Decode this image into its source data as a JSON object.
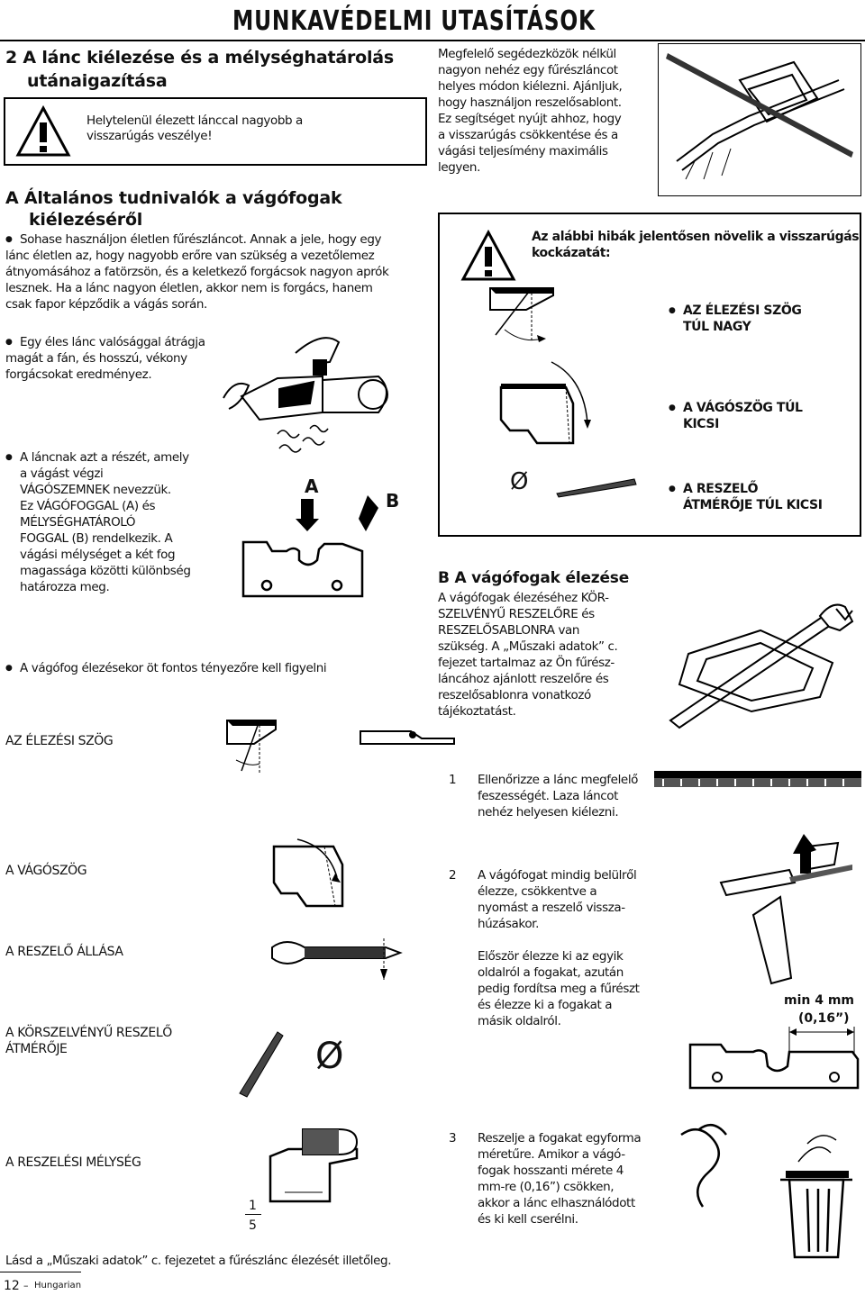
{
  "header": {
    "title": "MUNKAVÉDELMI UTASÍTÁSOK"
  },
  "left": {
    "section2_title_1": "2  A lánc kiélezése és a mélységhatárolás",
    "section2_title_2": "utánaigazítása",
    "warning_1": "Helytelenül élezett lánccal nagyobb a",
    "warning_2": "visszarúgás veszélye!",
    "sectionA_1": "A  Általános tudnivalók a vágófogak",
    "sectionA_2": "kiélezéséről",
    "b1_1": "Sohase használjon életlen fűrészláncot. Annak a jele, hogy egy",
    "b1_2": "lánc életlen az, hogy nagyobb erőre van szükség a vezetőlemez",
    "b1_3": "átnyomásához a fatörzsön, és a keletkező forgácsok nagyon aprók",
    "b1_4": "lesznek. Ha a lánc nagyon életlen, akkor nem is forgács, hanem",
    "b1_5": "csak fapor képződik a vágás során.",
    "b2_1": "Egy éles lánc valósággal átrágja",
    "b2_2": "magát a fán, és hosszú, vékony",
    "b2_3": "forgácsokat eredményez.",
    "b3_1": "A láncnak azt a részét, amely",
    "b3_2": "a vágást végzi",
    "b3_3": "VÁGÓSZEMNEK nevezzük.",
    "b3_4": "Ez VÁGÓFOGGAL (A) és",
    "b3_5": "MÉLYSÉGHATÁROLÓ",
    "b3_6": "FOGGAL (B) rendelkezik. A",
    "b3_7": "vágási mélységet a két fog",
    "b3_8": "magassága közötti különbség",
    "b3_9": "határozza meg.",
    "label_A": "A",
    "label_B": "B",
    "b4": "A vágófog élezésekor öt fontos tényezőre kell figyelni",
    "f1": "AZ ÉLEZÉSI SZÖG",
    "f2": "A VÁGÓSZÖG",
    "f3": "A RESZELŐ ÁLLÁSA",
    "f4_1": "A KÖRSZELVÉNYŰ RESZELŐ",
    "f4_2": "ÁTMÉRŐJE",
    "f5": "A RESZELÉSI MÉLYSÉG",
    "frac_num": "1",
    "frac_den": "5",
    "see_also": "Lásd a „Műszaki adatok” c. fejezetet a fűrészlánc élezését illetőleg."
  },
  "right": {
    "p1_1": "Megfelelő segédezközök nélkül",
    "p1_2": "nagyon nehéz egy fűrészláncot",
    "p1_3": "helyes módon kiélezni. Ajánljuk,",
    "p1_4": "hogy használjon reszelősablont.",
    "p1_5": "Ez segítséget nyújt ahhoz, hogy",
    "p1_6": "a visszarúgás csökkentése és a",
    "p1_7": "vágási teljesímény maximális",
    "p1_8": "legyen.",
    "risk_1": "Az alábbi hibák jelentősen növelik a visszarúgás",
    "risk_2": "kockázatát:",
    "r1_1": "AZ ÉLEZÉSI SZÖG",
    "r1_2": "TÚL NAGY",
    "r2_1": "A VÁGÓSZÖG TÚL",
    "r2_2": "KICSI",
    "r3_1": "A RESZELŐ",
    "r3_2": "ÁTMÉRŐJE TÚL KICSI",
    "diam_symbol": "Ø",
    "sectionB": "B   A vágófogak élezése",
    "pB_1": "A vágófogak élezéséhez KÖR-",
    "pB_2": "SZELVÉNYŰ RESZELŐRE és",
    "pB_3": "RESZELŐSABLONRA van",
    "pB_4": "szükség. A „Műszaki adatok” c.",
    "pB_5": "fejezet tartalmaz az Ön fűrész-",
    "pB_6": "láncához ajánlott reszelőre és",
    "pB_7": "reszelősablonra vonatkozó",
    "pB_8": "tájékoztatást.",
    "s1_num": "1",
    "s1_1": "Ellenőrizze a lánc megfelelő",
    "s1_2": "feszességét. Laza láncot",
    "s1_3": "nehéz helyesen kiélezni.",
    "s2_num": "2",
    "s2_1": "A vágófogat mindig belülről",
    "s2_2": "élezze, csökkentve a",
    "s2_3": "nyomást a reszelő vissza-",
    "s2_4": "húzásakor.",
    "s2b_1": "Először élezze ki az egyik",
    "s2b_2": "oldalról a fogakat, azután",
    "s2b_3": "pedig fordítsa meg a fűrészt",
    "s2b_4": "és élezze ki a fogakat a",
    "s2b_5": "másik oldalról.",
    "min_1": "min 4 mm",
    "min_2": "(0,16”)",
    "s3_num": "3",
    "s3_1": "Reszelje a fogakat egyforma",
    "s3_2": "méretűre. Amikor a vágó-",
    "s3_3": "fogak hosszanti mérete 4",
    "s3_4": "mm-re (0,16”) csökken,",
    "s3_5": "akkor a lánc elhasználódott",
    "s3_6": "és ki kell cserélni."
  },
  "footer": {
    "page": "12",
    "dash": "–",
    "lang": "Hungarian"
  }
}
